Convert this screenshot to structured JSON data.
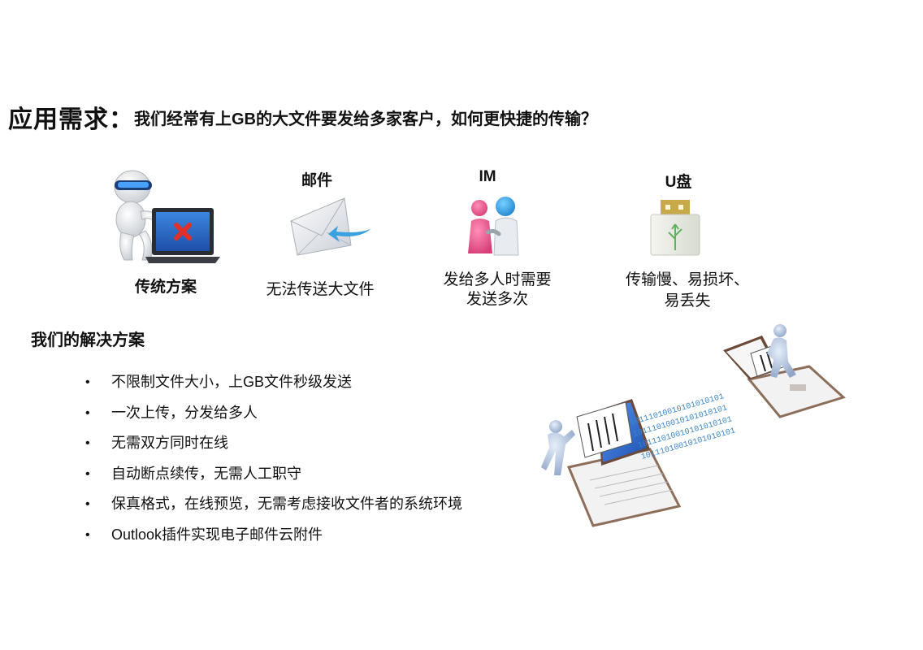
{
  "header": {
    "title": "应用需求：",
    "question": "我们经常有上GB的大文件要发给多家客户，如何更快捷的传输？"
  },
  "methods": [
    {
      "top_label": "",
      "bottom_label": "传统方案",
      "icon": "robot-laptop-x-icon"
    },
    {
      "top_label": "邮件",
      "bottom_label": "无法传送大文件",
      "icon": "envelope-icon"
    },
    {
      "top_label": "IM",
      "bottom_label_lines": [
        "发给多人时需要",
        "发送多次"
      ],
      "icon": "two-people-icon"
    },
    {
      "top_label": "U盘",
      "bottom_label_lines": [
        "传输慢、易损坏、",
        "易丢失"
      ],
      "icon": "usb-drive-icon"
    }
  ],
  "solution": {
    "heading": "我们的解决方案",
    "bullets": [
      "不限制文件大小，上GB文件秒级发送",
      "一次上传，分发给多人",
      "无需双方同时在线",
      "自动断点续传，无需人工职守",
      "保真格式，在线预览，无需考虑接收文件者的系统环境",
      "Outlook插件实现电子邮件云附件"
    ]
  },
  "illustration": {
    "binary_lines": [
      "10111010010101010101",
      "10111010010101010101",
      "10111010010101010101",
      "10111010010101010101"
    ],
    "colors": {
      "binary": "#3a86c8",
      "screen_blue": "#2f6fd6",
      "accent_red": "#e0302a"
    }
  }
}
